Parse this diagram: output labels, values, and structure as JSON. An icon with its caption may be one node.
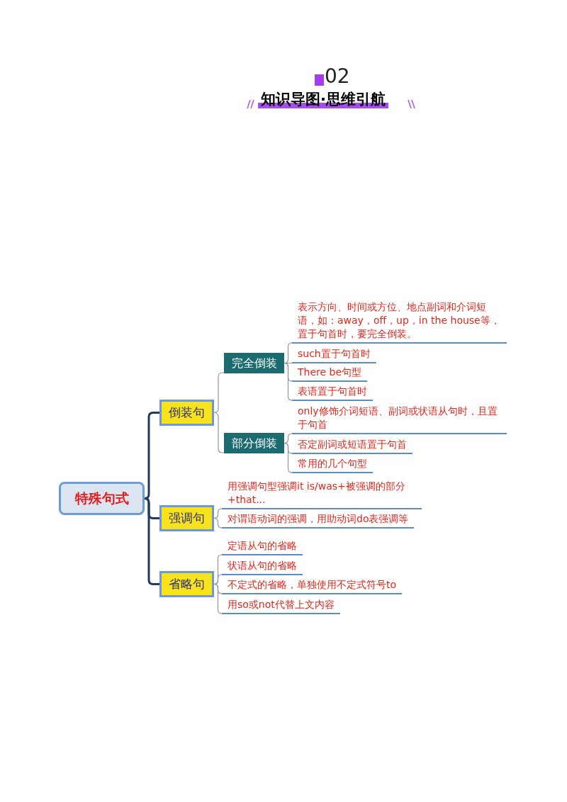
{
  "diagram": {
    "title": "知识导图·思维引航",
    "labels": [
      "02"
    ],
    "nodes": [
      {
        "text": [
          "特殊句式"
        ]
      },
      {
        "text": [
          "倒装句"
        ]
      },
      {
        "text": [
          "完全倒装"
        ]
      },
      {
        "text": [
          "表示方向、时间或方位、地点副词和介词短语，如：away，off，up，in the house等，置于句首时，要完全倒装。"
        ]
      },
      {
        "text": [
          "such置于句首时"
        ]
      },
      {
        "text": [
          "There be句型"
        ]
      },
      {
        "text": [
          "表语置于句首时"
        ]
      },
      {
        "text": [
          "部分倒装"
        ]
      },
      {
        "text": [
          "only修饰介词短语、副词或状语从句时，且置于句首"
        ]
      },
      {
        "text": [
          "否定副词或短语置于句首"
        ]
      },
      {
        "text": [
          "常用的几个句型"
        ]
      },
      {
        "text": [
          "强调句"
        ]
      },
      {
        "text": [
          "用强调句型强调it is/was+被强调的部分+that..."
        ]
      },
      {
        "text": [
          "对谓语动词的强调，用助动词do表强调等"
        ]
      },
      {
        "text": [
          "省略句"
        ]
      },
      {
        "text": [
          "定语从句的省略"
        ]
      },
      {
        "text": [
          "状语从句的省略"
        ]
      },
      {
        "text": [
          "不定式的省略，单独使用不定式符号to"
        ]
      },
      {
        "text": [
          "用so或not代替上文内容"
        ]
      }
    ],
    "edges": [
      {
        "from": 0,
        "to": 1,
        "arrow": "none",
        "style": "thick",
        "color": "#1f3a5a"
      },
      {
        "from": 0,
        "to": 11,
        "arrow": "none",
        "style": "thick",
        "color": "#1f3a5a"
      },
      {
        "from": 0,
        "to": 14,
        "arrow": "none",
        "style": "thick",
        "color": "#1f3a5a"
      },
      {
        "from": 1,
        "to": 2,
        "arrow": "none"
      },
      {
        "from": 1,
        "to": 7,
        "arrow": "none"
      },
      {
        "from": 2,
        "to": 3,
        "arrow": "none"
      },
      {
        "from": 2,
        "to": 4,
        "arrow": "none"
      },
      {
        "from": 2,
        "to": 5,
        "arrow": "none"
      },
      {
        "from": 2,
        "to": 6,
        "arrow": "none"
      },
      {
        "from": 7,
        "to": 8,
        "arrow": "none"
      },
      {
        "from": 7,
        "to": 9,
        "arrow": "none"
      },
      {
        "from": 7,
        "to": 10,
        "arrow": "none"
      },
      {
        "from": 11,
        "to": 12,
        "arrow": "none"
      },
      {
        "from": 11,
        "to": 13,
        "arrow": "none"
      },
      {
        "from": 14,
        "to": 15,
        "arrow": "none"
      },
      {
        "from": 14,
        "to": 16,
        "arrow": "none"
      },
      {
        "from": 14,
        "to": 17,
        "arrow": "none"
      },
      {
        "from": 14,
        "to": 18,
        "arrow": "none"
      }
    ]
  }
}
